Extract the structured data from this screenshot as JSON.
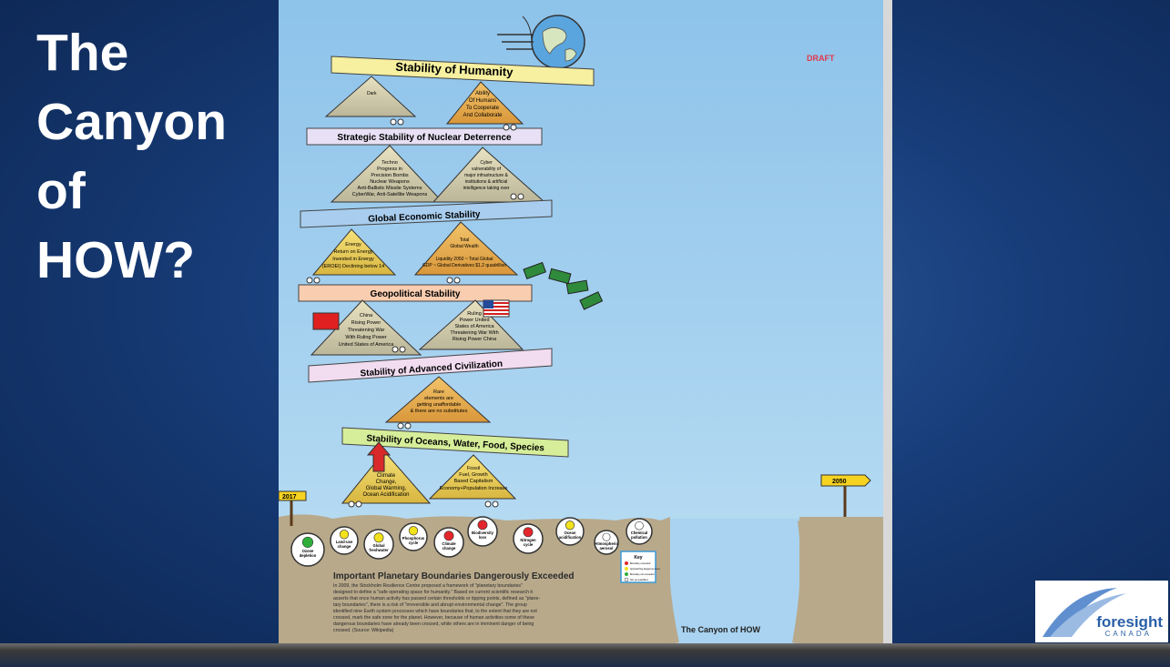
{
  "slide": {
    "title": "The\nCanyon\nof\nHOW?"
  },
  "poster": {
    "draft_label": "DRAFT",
    "caption": "The Canyon of HOW",
    "bands": [
      "Stability  of Humanity",
      "Strategic Stability of Nuclear Deterrence",
      "Global Economic Stability",
      "Geopolitical Stability",
      "Stability of Advanced Civilization",
      "Stability of Oceans, Water, Food, Species"
    ],
    "pyramids": [
      [
        "Dark",
        "Ability",
        "Of Humans",
        "To Cooperate",
        "And Collaborate"
      ],
      [
        "Techno",
        "Progress in",
        "Precision Bombs",
        "Nuclear Weapons",
        "Anti-Ballistic Missile Systems",
        "CyberWar, Anti-Satellite Weapons"
      ],
      [
        "Cyber",
        "vulnerability of",
        "major infrastructure &",
        "institutions & artificial",
        "intelligence taking over"
      ],
      [
        "Energy",
        "Return on Energy",
        "Invested in Energy",
        "(EROEI) Declining below 14"
      ],
      [
        "Total",
        "Global Wealth",
        "Liquidity 2050 ~ Total Global",
        "GDP ~ Global Derivatives $1.2 quadrillion"
      ],
      [
        "China",
        "Rising Power",
        "Threatening War",
        "With Ruling Power",
        "United States of America"
      ],
      [
        "Ruling",
        "Power United",
        "States of America",
        "Threatening War With",
        "Rising Power China"
      ],
      [
        "Rare",
        "elements are",
        "getting unaffordable",
        "& there are no substitutes"
      ],
      [
        "Climate",
        "Change,",
        "Global Warming,",
        "Ocean Acidification"
      ],
      [
        "Fossil",
        "Fuel, Growth",
        "Based Capitalism",
        "Economy+Population Increase"
      ]
    ],
    "year_start": "2017",
    "year_end": "2050",
    "boundaries": [
      {
        "label": "Ozone depletion",
        "status": "green"
      },
      {
        "label": "Land-use change",
        "status": "yellow"
      },
      {
        "label": "Global freshwater",
        "status": "yellow"
      },
      {
        "label": "Phosphorus cycle",
        "status": "yellow"
      },
      {
        "label": "Climate change",
        "status": "red"
      },
      {
        "label": "Biodiversity loss",
        "status": "red"
      },
      {
        "label": "Nitrogen cycle",
        "status": "red"
      },
      {
        "label": "Ocean acidification",
        "status": "yellow"
      },
      {
        "label": "Atmospheric aerosol",
        "status": "none"
      },
      {
        "label": "Chemical pollution",
        "status": "none"
      }
    ],
    "key_title": "Key",
    "key_items": [
      "Boundary exceeded",
      "Approaching dangerous level",
      "Boundary not exceeded",
      "Not yet quantified"
    ],
    "boundaries_heading": "Important Planetary Boundaries Dangerously Exceeded",
    "boundaries_text": [
      "In 2009, the Stockholm Resilience Centre proposed a framework of \"planetary boundaries\"",
      "designed to define a \"safe operating space for humanity.\" Based on current scientific research it",
      "asserts that once human activity has passed certain thresholds or tipping points, defined as \"plane-",
      "tary boundaries\", there is a risk of \"irreversible and abrupt environmental change\". The group",
      "identified nine Earth system processes which have boundaries that, to the extent that they are not",
      "crossed, mark the safe zone for the planet. However, because of human activities some of these",
      "dangerous boundaries have already been crossed, while others are in imminent danger of being",
      "crossed. (Source: Wikipedia)"
    ]
  },
  "logo": {
    "name": "foresight",
    "sub": "CANADA"
  },
  "colors": {
    "background": "#173c78",
    "sky": "#a9d3f0",
    "ground": "#b8a98b",
    "status_red": "#e3262b",
    "status_yellow": "#f2e21c",
    "status_green": "#2fae3a"
  }
}
